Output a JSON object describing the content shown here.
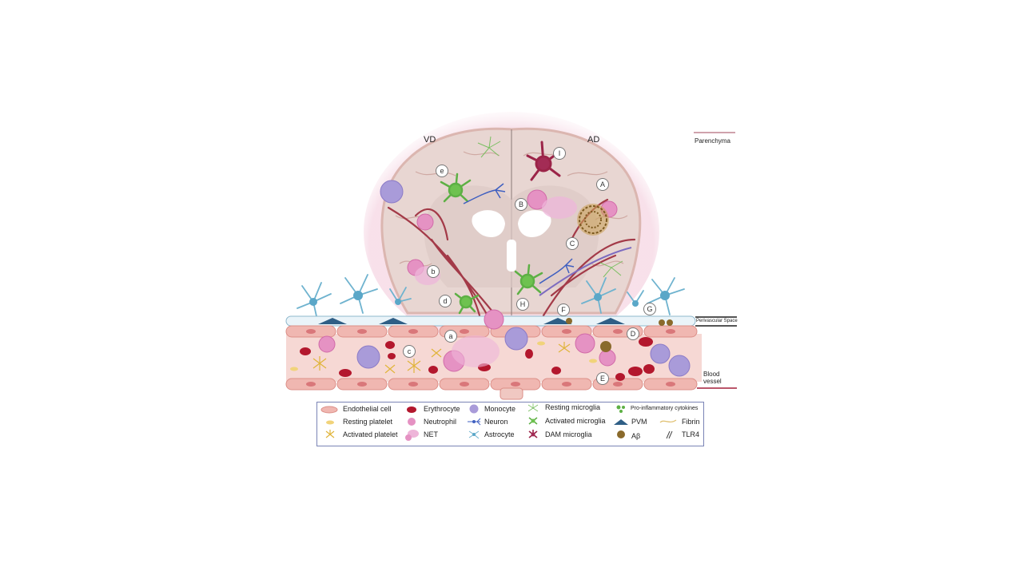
{
  "headings": {
    "vd": "VD",
    "ad": "AD"
  },
  "side_labels": {
    "parenchyma": "Parenchyma",
    "perivascular": "Perivascular Space",
    "blood_vessel_line1": "Blood",
    "blood_vessel_line2": "vessel"
  },
  "markers_vd": [
    "a",
    "b",
    "c",
    "d",
    "e"
  ],
  "markers_ad": [
    "A",
    "B",
    "C",
    "D",
    "E",
    "F",
    "G",
    "H",
    "I"
  ],
  "legend": {
    "endothelial": "Endothelial cell",
    "resting_platelet": "Resting platelet",
    "activated_platelet": "Activated platelet",
    "erythrocyte": "Erythrocyte",
    "neutrophil": "Neutrophil",
    "net": "NET",
    "monocyte": "Monocyte",
    "neuron": "Neuron",
    "astrocyte": "Astrocyte",
    "resting_microglia": "Resting microglia",
    "activated_microglia": "Activated microglia",
    "dam_microglia": "DAM microglia",
    "cytokines": "Pro-inflammatory cytokines",
    "pvm": "PVM",
    "abeta": "Aβ",
    "fibrin": "Fibrin",
    "tlr4": "TLR4"
  },
  "colors": {
    "brain": "#e6d3cf",
    "brain_outline": "#d9b3ad",
    "vessel_pink": "#f3c9c4",
    "cell_wall": "#e9a9a3",
    "perivascular": "#e9f3f8",
    "erythrocyte": "#b3172d",
    "neutrophil": "#e88cc4",
    "monocyte": "#a79ad8",
    "microglia": "#6ec24f",
    "dam": "#a32c55",
    "astrocyte": "#5aa7c8",
    "neuron": "#3f5fc0",
    "pvm": "#2f5f86",
    "abeta": "#8a6a2c",
    "legend_border": "#7a84b5"
  }
}
